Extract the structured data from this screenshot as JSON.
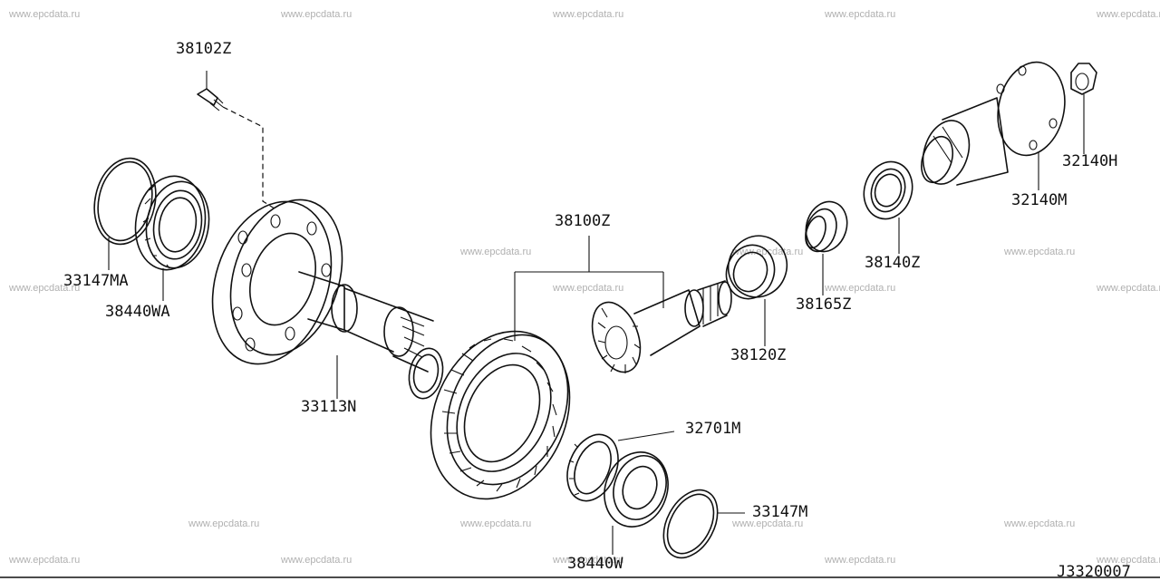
{
  "watermark": "www.epcdata.ru",
  "diagram_code": "J3320007",
  "parts": {
    "p38102Z": "38102Z",
    "p33147MA": "33147MA",
    "p38440WA": "38440WA",
    "p33113N": "33113N",
    "p38100Z": "38100Z",
    "p38120Z": "38120Z",
    "p38165Z": "38165Z",
    "p38140Z": "38140Z",
    "p32140M": "32140M",
    "p32140H": "32140H",
    "p32701M": "32701M",
    "p33147M": "33147M",
    "p38440W": "38440W"
  }
}
